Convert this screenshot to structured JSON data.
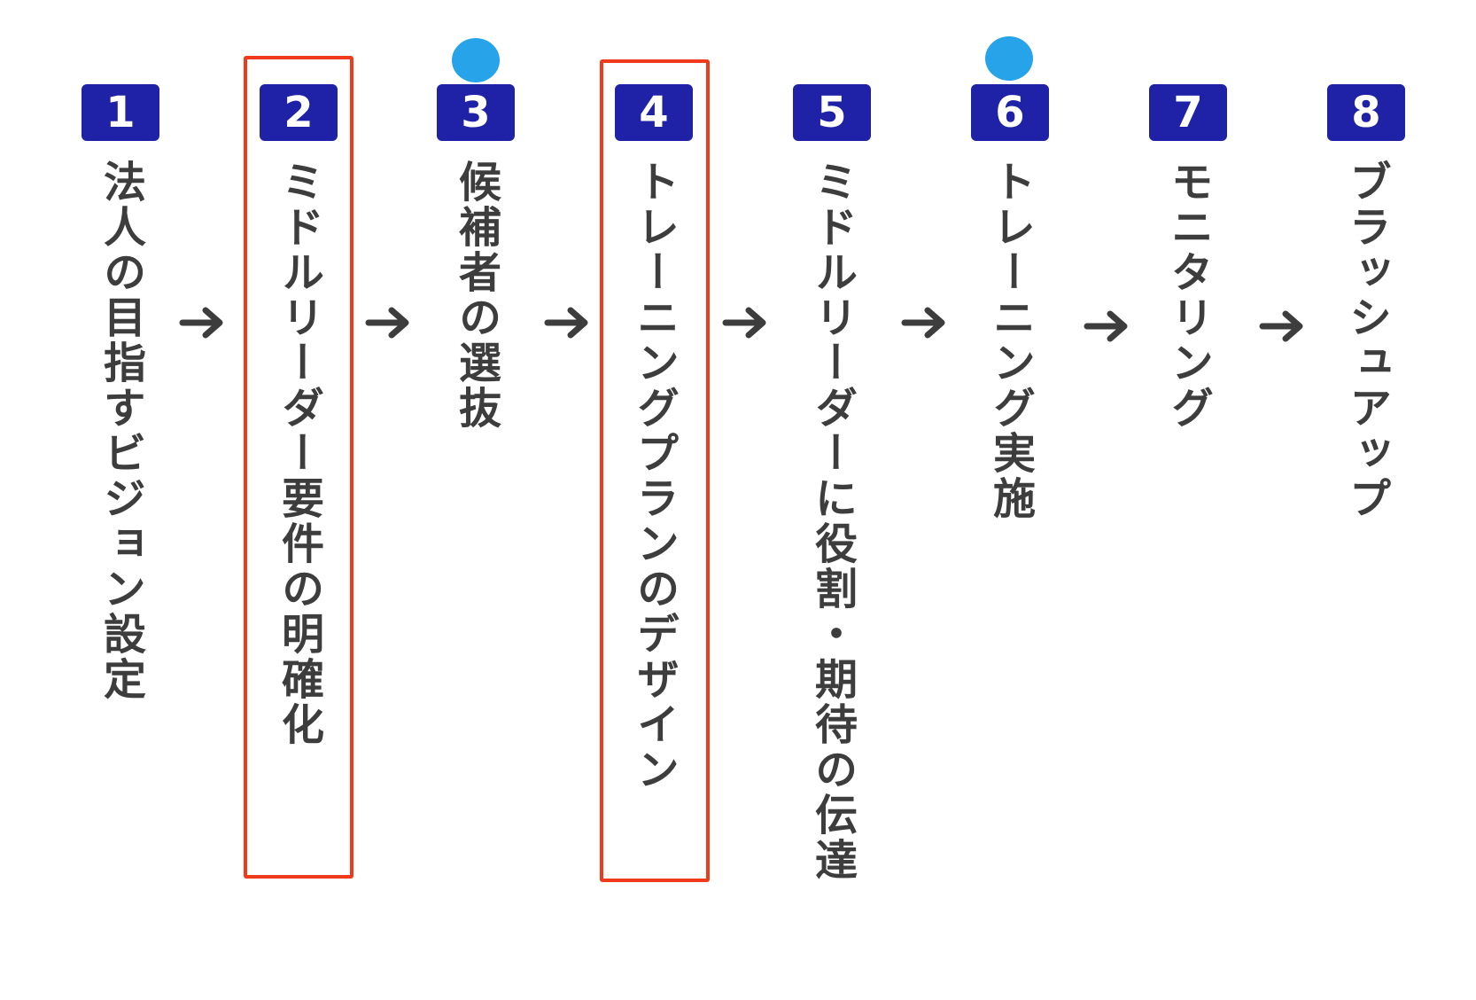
{
  "steps": [
    {
      "number": "1",
      "label": "法人の目指すビジョン設定"
    },
    {
      "number": "2",
      "label": "ミドルリーダー要件の明確化"
    },
    {
      "number": "3",
      "label": "候補者の選抜"
    },
    {
      "number": "4",
      "label": "トレーニングプランのデザイン"
    },
    {
      "number": "5",
      "label": "ミドルリーダーに役割・期待の伝達"
    },
    {
      "number": "6",
      "label": "トレーニング実施"
    },
    {
      "number": "7",
      "label": "モニタリング"
    },
    {
      "number": "8",
      "label": "ブラッシュアップ"
    }
  ],
  "highlighted_steps": [
    "2",
    "4"
  ],
  "marked_steps": [
    "3",
    "6"
  ],
  "colors": {
    "badge": "#1f22a6",
    "badge_text": "#ffffff",
    "label_text": "#3d3d3d",
    "highlight_border": "#ef3a1b",
    "marker_dot": "#27a3ea",
    "arrow": "#3d3d3d"
  },
  "icons": {
    "arrow": "right-arrow-icon",
    "marker": "blue-dot-marker"
  }
}
